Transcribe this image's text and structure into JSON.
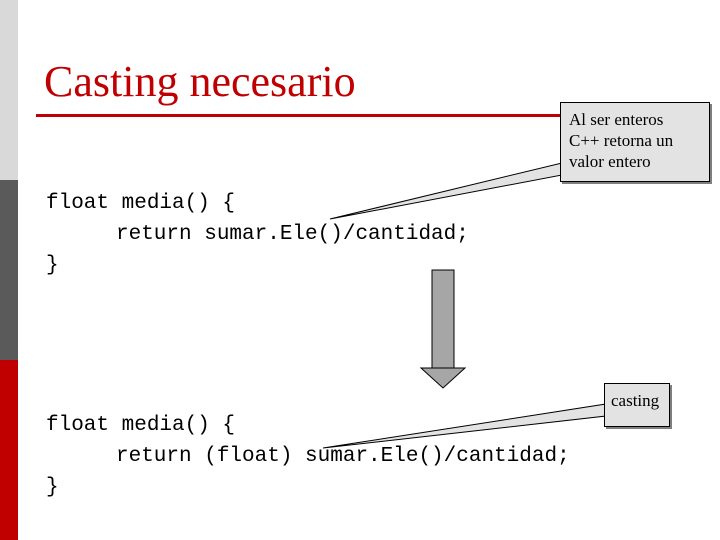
{
  "slide": {
    "title": "Casting necesario",
    "code_block_1": {
      "line1": "float media() {",
      "line2": "return sumar.Ele()/cantidad;",
      "line3": "}"
    },
    "code_block_2": {
      "line1": "float media() {",
      "line2": "return (float) sumar.Ele()/cantidad;",
      "line3": "}"
    },
    "callout_top": {
      "line1": "Al ser enteros",
      "line2": "C++ retorna un",
      "line3": "valor entero"
    },
    "callout_bottom": {
      "text": "casting"
    }
  },
  "colors": {
    "accent": "#c00000",
    "callout_fill": "#e3e3e3",
    "arrow_fill": "#a6a6a6",
    "sidebar": [
      "#d9d9d9",
      "#5a5a5a",
      "#c00000"
    ]
  },
  "icons": {
    "transition_arrow": "arrow-down-icon"
  }
}
